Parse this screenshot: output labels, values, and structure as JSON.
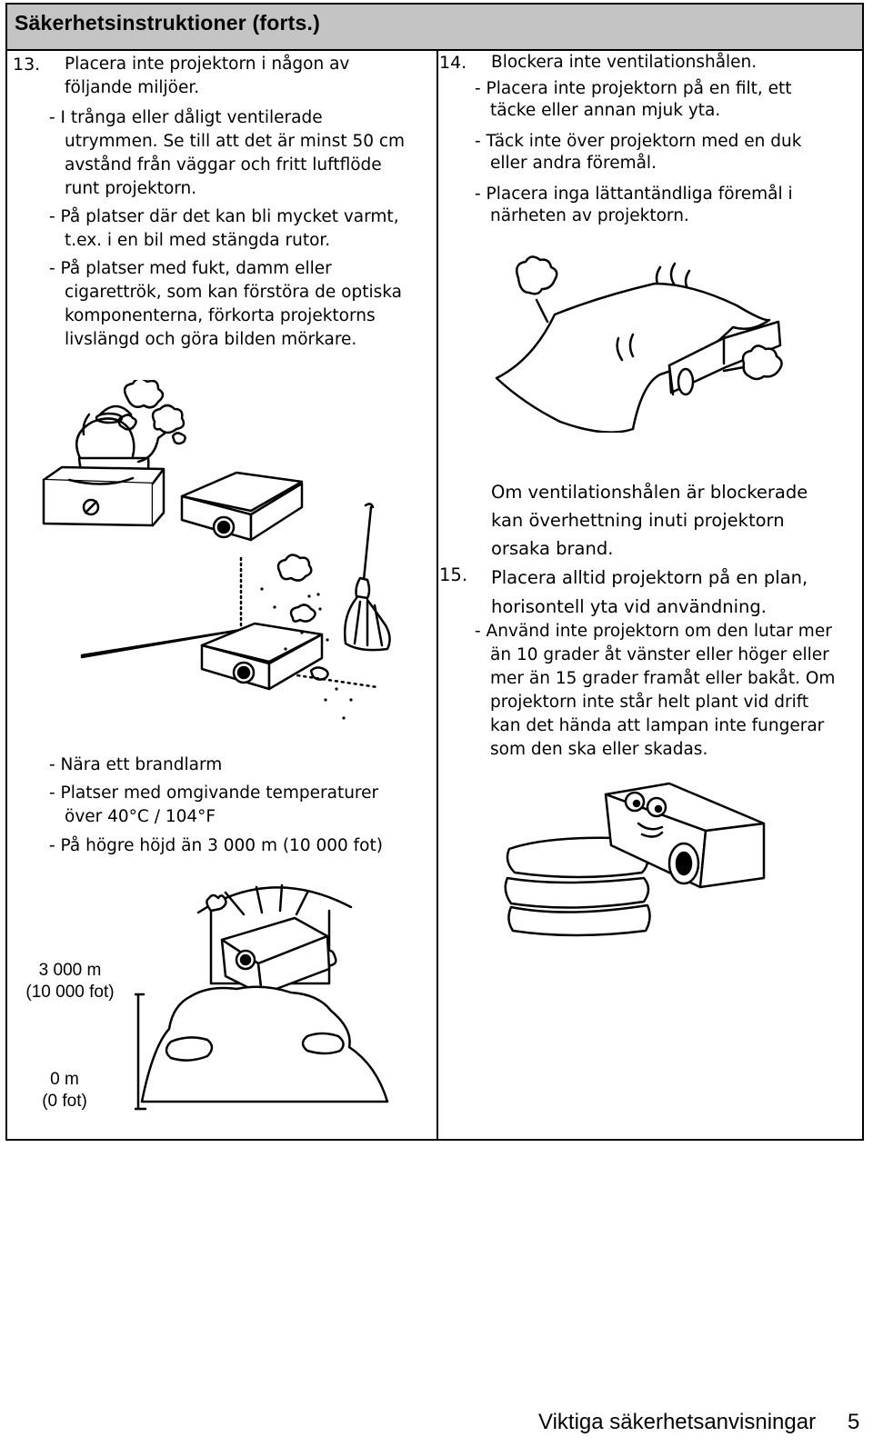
{
  "header": {
    "title": "Säkerhetsinstruktioner (forts.)"
  },
  "left": {
    "item13": {
      "number": "13.",
      "lines": [
        "Placera inte projektorn i någon av",
        "följande miljöer."
      ]
    },
    "bullets": [
      [
        "- I trånga eller dåligt ventilerade",
        "utrymmen. Se till att det är minst 50 cm",
        "avstånd från väggar och fritt luftflöde",
        "runt projektorn."
      ],
      [
        "- På platser där det kan bli mycket varmt,",
        "t.ex. i en bil med stängda rutor."
      ],
      [
        "- På platser med fukt, damm eller",
        "cigarettrök, som kan förstöra de optiska",
        "komponenterna, förkorta projektorns",
        "livslängd och göra bilden mörkare."
      ]
    ],
    "lower_bullets": [
      [
        "- Nära ett brandlarm"
      ],
      [
        "- Platser med omgivande temperaturer",
        "över 40°C / 104°F"
      ],
      [
        "- På högre höjd än 3 000 m (10 000 fot)"
      ]
    ],
    "altitude": {
      "top_label": [
        "3 000 m",
        "(10 000 fot)"
      ],
      "bottom_label": [
        "0 m",
        "(0 fot)"
      ]
    }
  },
  "right": {
    "item14": {
      "number": "14.",
      "title": "Blockera inte ventilationshålen.",
      "bullets": [
        [
          "- Placera inte projektorn på en filt, ett",
          "täcke eller annan mjuk yta."
        ],
        [
          "- Täck inte över projektorn med en duk",
          "eller andra föremål."
        ],
        [
          "- Placera inga lättantändliga föremål i",
          "närheten av projektorn."
        ]
      ],
      "warning": [
        "Om ventilationshålen är blockerade",
        "kan överhettning inuti projektorn",
        "orsaka brand."
      ]
    },
    "item15": {
      "number": "15.",
      "title": [
        "Placera alltid projektorn på en plan,",
        "horisontell yta vid användning."
      ],
      "bullet": [
        "- Använd inte projektorn om den lutar mer",
        "än 10 grader åt vänster eller höger eller",
        "mer än 15 grader framåt eller bakåt. Om",
        "projektorn inte står helt plant vid drift",
        "kan det hända att lampan inte fungerar",
        "som den ska eller skadas."
      ]
    }
  },
  "footer": {
    "title": "Viktiga säkerhetsanvisningar",
    "page_number": "5"
  }
}
